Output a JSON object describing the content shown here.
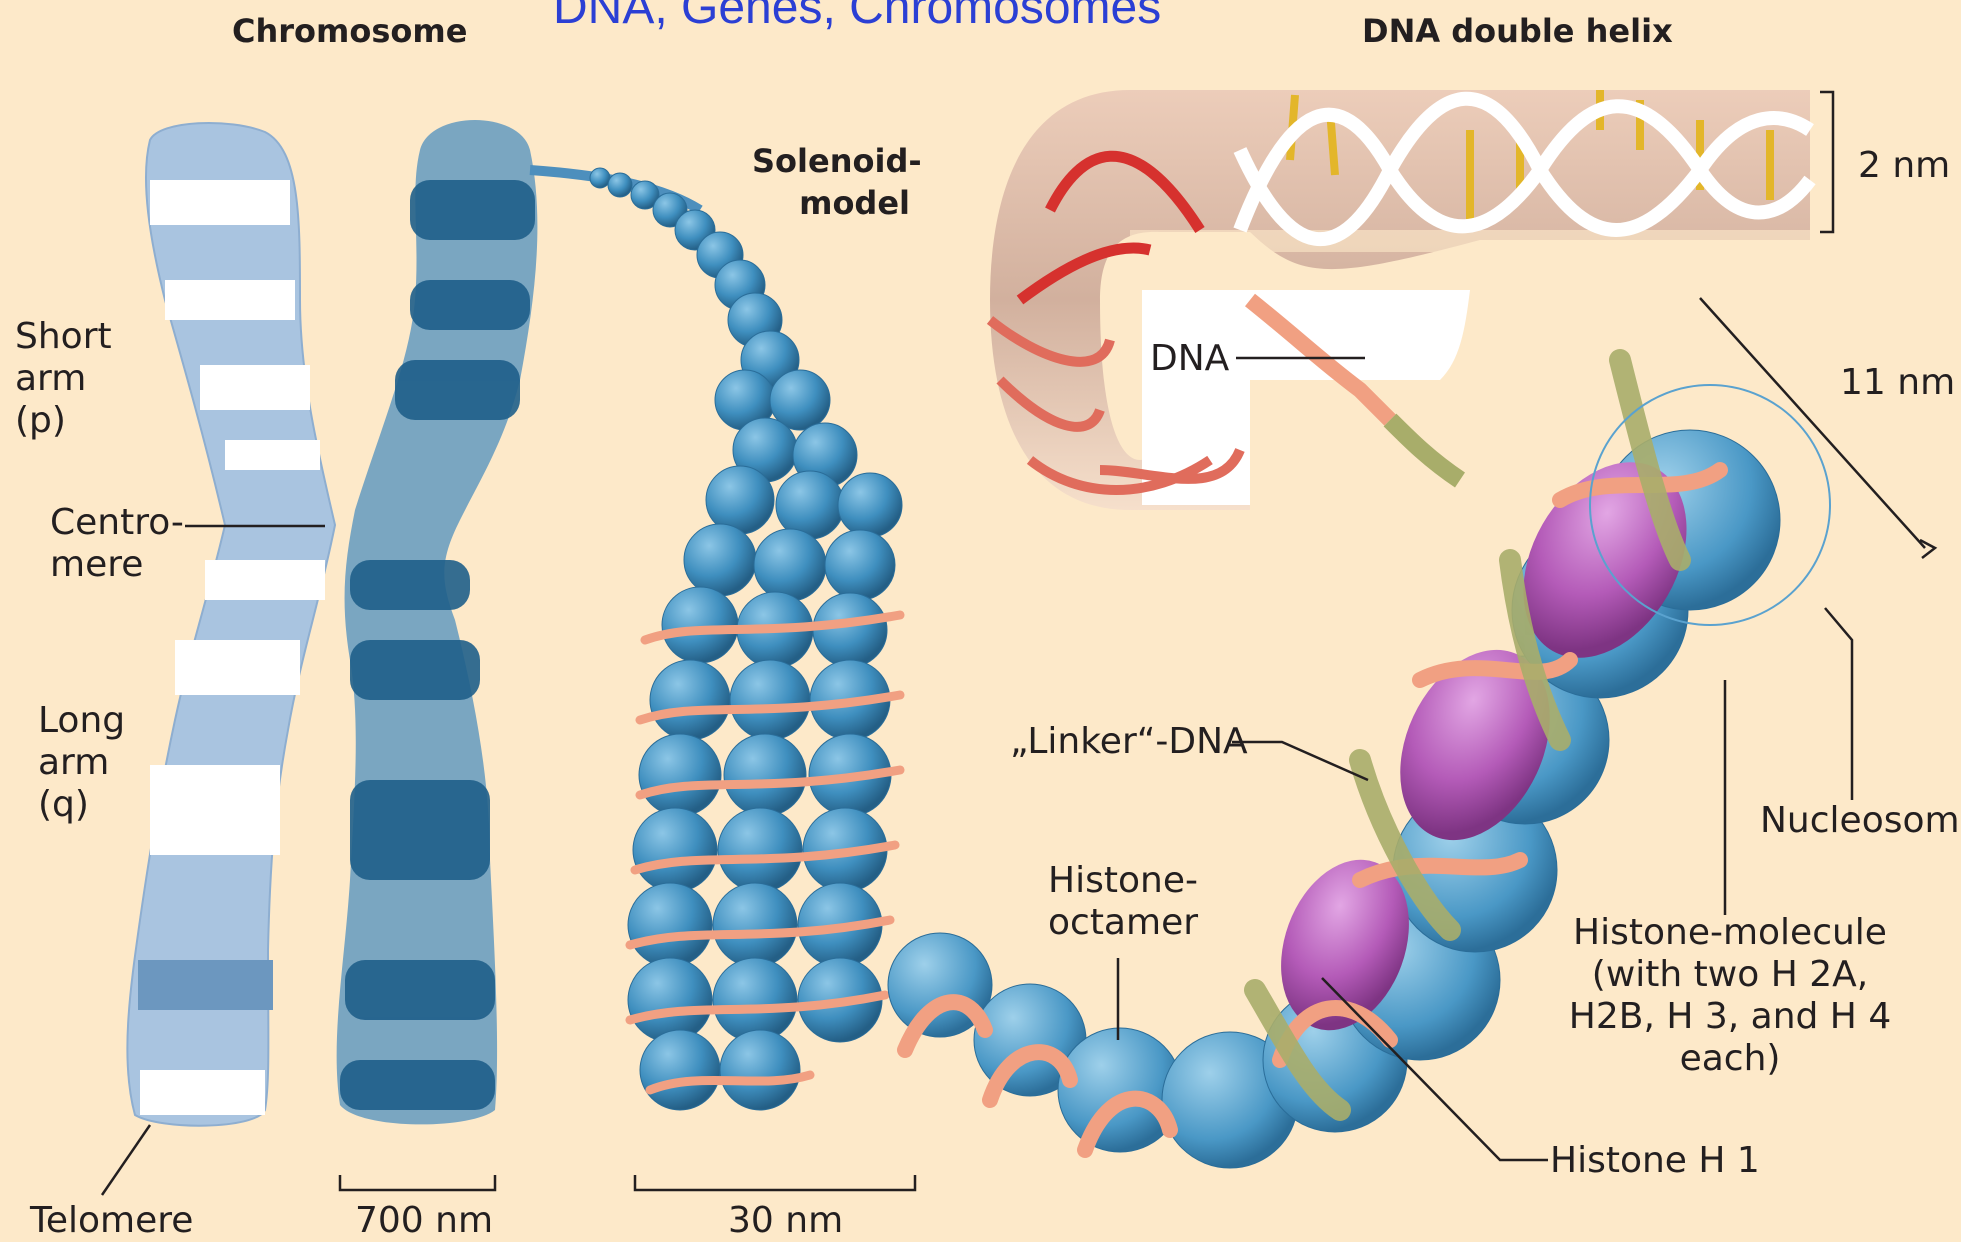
{
  "title": "DNA, Genes, Chromosomes",
  "labels": {
    "chromosome": "Chromosome",
    "dna_double_helix": "DNA double helix",
    "solenoid_model": "Solenoid-\nmodel",
    "two_nm": "2 nm",
    "eleven_nm": "11 nm",
    "dna": "DNA",
    "short_arm": "Short\narm\n(p)",
    "centromere": "Centro-\nmere",
    "long_arm": "Long\narm\n(q)",
    "telomere": "Telomere",
    "seven_hundred_nm": "700 nm",
    "thirty_nm": "30 nm",
    "linker_dna": "„Linker“-DNA",
    "histone_octamer": "Histone-\noctamer",
    "nucleosome": "Nucleosome",
    "histone_molecule": "Histone-molecule\n(with two H 2A,\nH2B, H 3, and H 4 each)",
    "histone_h1": "Histone H 1"
  },
  "colors": {
    "background": "#fde9c9",
    "title": "#2b3fd4",
    "chromatid_light": "#a9c4e0",
    "chromatid_dark": "#2b6f9a",
    "bead": "#3f8fbf",
    "dna_strand": "#f1a082",
    "histone": "#b45bb8",
    "linker": "#a8ad6a",
    "base_pair": "#e3b62a"
  }
}
